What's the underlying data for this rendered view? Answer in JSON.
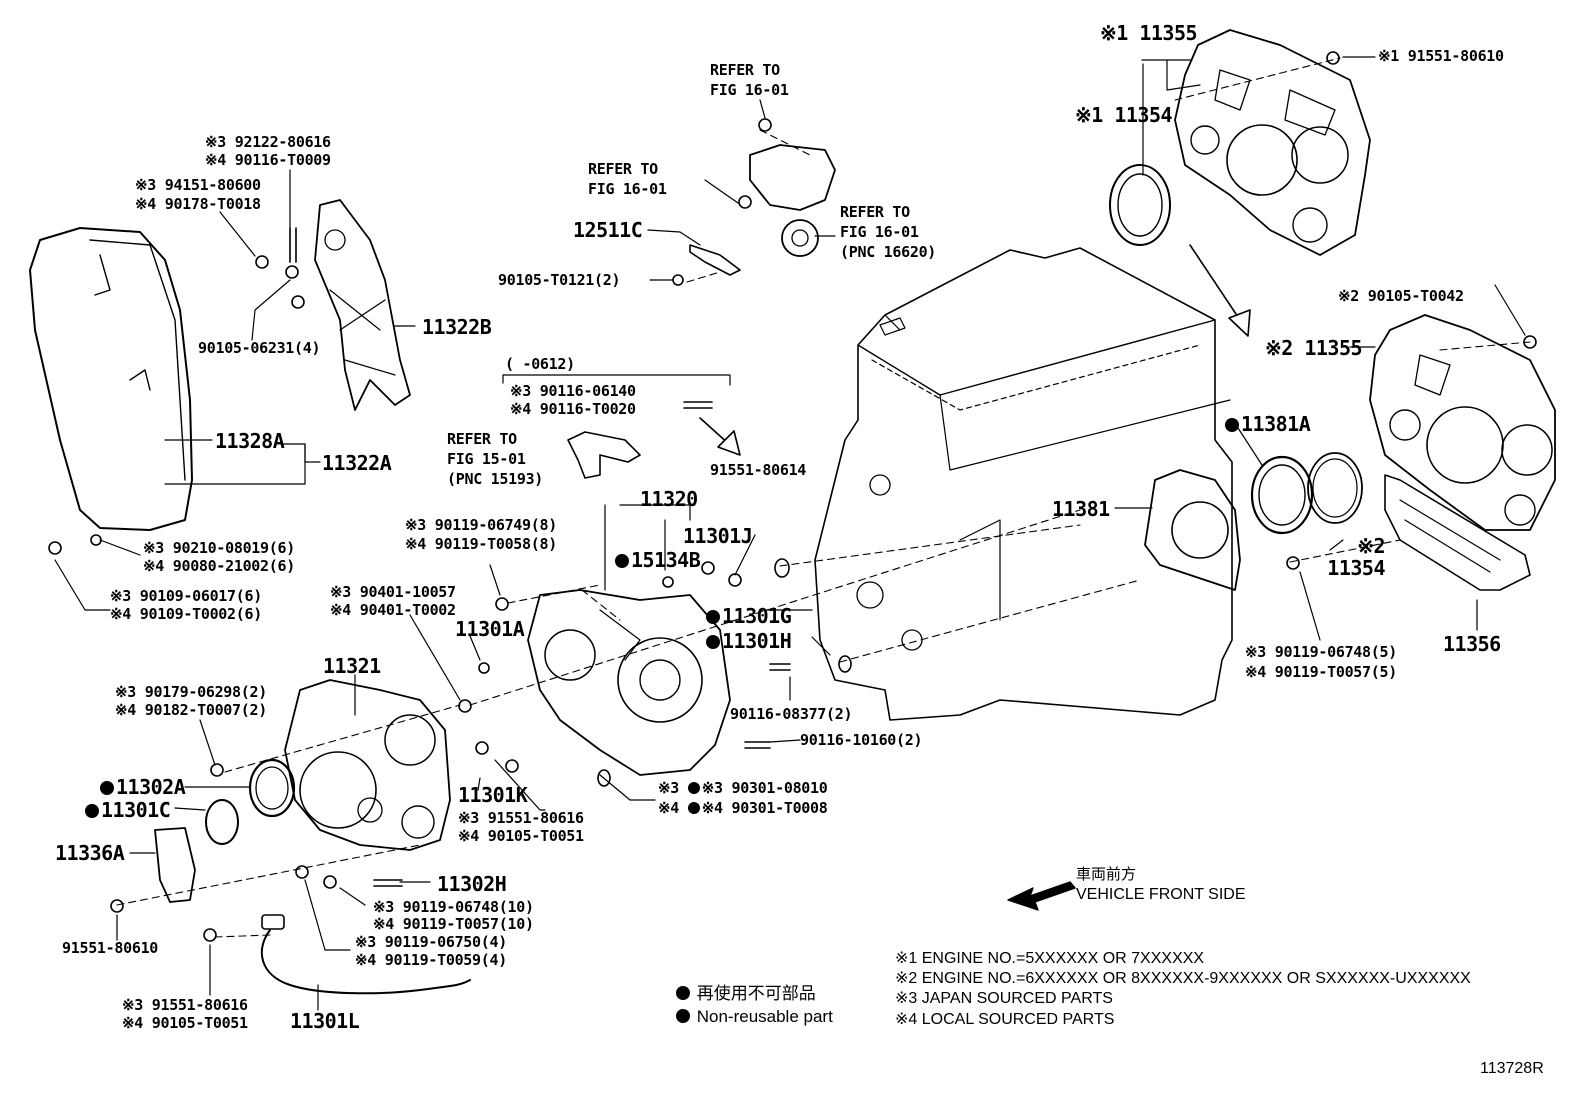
{
  "part_labels": {
    "p11355_top": "※1 11355",
    "p11354_top": "※1 11354",
    "p91551_80610_top": "※1 91551-80610",
    "refer_a_1": "REFER TO",
    "refer_a_2": "FIG 16-01",
    "refer_b_1": "REFER TO",
    "refer_b_2": "FIG 16-01",
    "refer_c_1": "REFER TO",
    "refer_c_2": "FIG 16-01",
    "refer_c_3": "(PNC 16620)",
    "p12511C": "12511C",
    "p90105_T0121": "90105-T0121(2)",
    "p92122": "※3 92122-80616",
    "p90116_T0009": "※4 90116-T0009",
    "p94151": "※3 94151-80600",
    "p90178": "※4 90178-T0018",
    "p90105_06231": "90105-06231(4)",
    "p11322B": "11322B",
    "p11328A": "11328A",
    "p11322A": "11322A",
    "p90210": "※3 90210-08019(6)",
    "p90080": "※4 90080-21002(6)",
    "p90109_06017": "※3 90109-06017(6)",
    "p90109_T0002": "※4 90109-T0002(6)",
    "range_note": "(      -0612)",
    "p90116_06140": "※3 90116-06140",
    "p90116_T0020": "※4 90116-T0020",
    "refer_d_1": "REFER TO",
    "refer_d_2": "FIG 15-01",
    "refer_d_3": "(PNC 15193)",
    "p91551_80614": "91551-80614",
    "p11320": "11320",
    "p11301J": "11301J",
    "p15134B": "15134B",
    "p90119_06749": "※3 90119-06749(8)",
    "p90119_T0058": "※4 90119-T0058(8)",
    "p90401_10057": "※3 90401-10057",
    "p90401_T0002": "※4 90401-T0002",
    "p11301A": "11301A",
    "p11301G": "11301G",
    "p11301H": "11301H",
    "p11321": "11321",
    "p90179": "※3 90179-06298(2)",
    "p90182": "※4 90182-T0007(2)",
    "p11302A": "11302A",
    "p11301C": "11301C",
    "p11336A": "11336A",
    "p90116_08377": "90116-08377(2)",
    "p90116_10160": "90116-10160(2)",
    "p90301_08010": "※3 90301-08010",
    "p90301_T0008": "※4 90301-T0008",
    "p11301K": "11301K",
    "p91551_80616_k": "※3 91551-80616",
    "p90105_T0051_k": "※4 90105-T0051",
    "p11302H": "11302H",
    "p90119_06748_10": "※3 90119-06748(10)",
    "p90119_T0057_10": "※4 90119-T0057(10)",
    "p90119_06750": "※3 90119-06750(4)",
    "p90119_T0059": "※4 90119-T0059(4)",
    "p91551_80610_b": "91551-80610",
    "p91551_80616_b": "※3 91551-80616",
    "p90105_T0051_b": "※4 90105-T0051",
    "p11301L": "11301L",
    "p11381A": "11381A",
    "p11381": "11381",
    "p11354_mid": "※2 11354",
    "p11355_mid": "※2 11355",
    "p90105_T0042": "※2 90105-T0042",
    "p90119_06748_5": "※3 90119-06748(5)",
    "p90119_T0057_5": "※4 90119-T0057(5)",
    "p11356": "11356"
  },
  "direction": {
    "japanese": "車両前方",
    "english": "VEHICLE FRONT SIDE"
  },
  "legend": {
    "non_reusable_jp": "再使用不可部品",
    "non_reusable_en": "Non-reusable part"
  },
  "notes": [
    "※1 ENGINE NO.=5XXXXXX OR 7XXXXXX",
    "※2 ENGINE NO.=6XXXXXX OR 8XXXXXX-9XXXXXX OR SXXXXXX-UXXXXXX",
    "※3 JAPAN SOURCED PARTS",
    "※4 LOCAL SOURCED PARTS"
  ],
  "figure_id": "113728R"
}
